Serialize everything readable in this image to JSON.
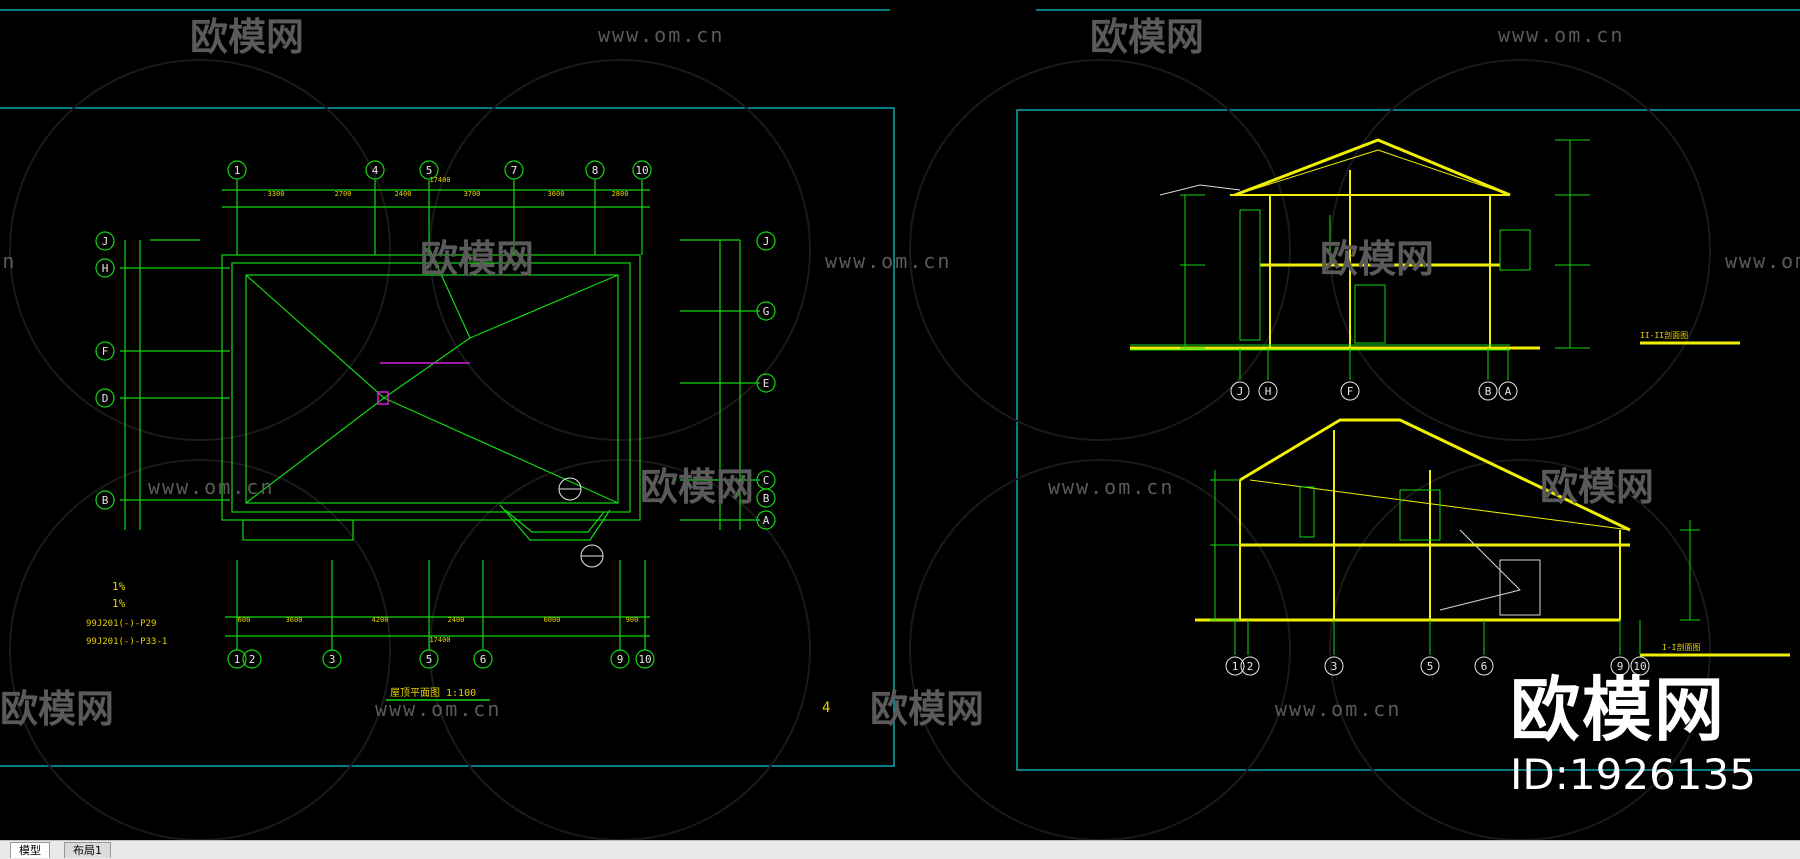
{
  "watermark": {
    "logo_text": "欧模网",
    "url_text": "www.om.cn"
  },
  "brand": {
    "name": "欧模网",
    "id_text": "ID:1926135"
  },
  "tabs": {
    "model": "模型",
    "layout": "布局1"
  },
  "drawing": {
    "roof_plan": {
      "title": "屋顶平面图 1:100",
      "grid_top": [
        "1",
        "4",
        "5",
        "7",
        "8",
        "10"
      ],
      "grid_bottom": [
        "1",
        "2",
        "3",
        "5",
        "6",
        "9",
        "10"
      ],
      "grid_left": [
        "J",
        "H",
        "F",
        "D",
        "B"
      ],
      "grid_right": [
        "J",
        "G",
        "E",
        "C",
        "B",
        "A"
      ],
      "dims_top": [
        "3300",
        "2700",
        "2400",
        "3700",
        "3600",
        "2800"
      ],
      "dims_bottom": [
        "600",
        "3600",
        "4200",
        "2400",
        "6000",
        "900"
      ],
      "overall": "17400",
      "notes": [
        "1%",
        "99J201(-)-P29",
        "99J201(-)-P33-1"
      ],
      "page_num": "4"
    },
    "section_2": {
      "title": "II-II剖面图",
      "grid": [
        "J",
        "H",
        "F",
        "B",
        "A"
      ]
    },
    "section_1": {
      "title": "I-I剖面图",
      "grid": [
        "1",
        "2",
        "3",
        "5",
        "6",
        "9",
        "10"
      ]
    }
  }
}
